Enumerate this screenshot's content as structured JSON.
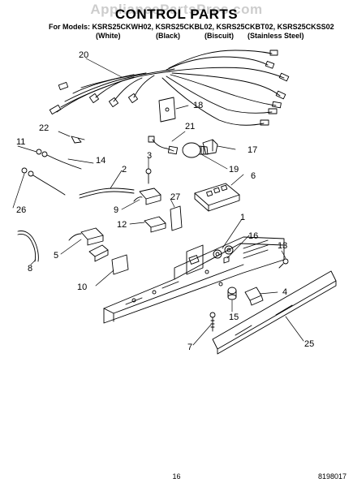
{
  "watermark": "AppliancePartsPros.com",
  "title": "CONTROL PARTS",
  "models_line": "For Models: KSRS25CKWH02, KSRS25CKBL02, KSRS25CKBT02, KSRS25CKSS02",
  "color_labels": [
    "(White)",
    "(Black)",
    "(Biscuit)",
    "(Stainless Steel)"
  ],
  "callouts": [
    "20",
    "18",
    "22",
    "21",
    "11",
    "3",
    "17",
    "14",
    "2",
    "19",
    "6",
    "26",
    "27",
    "9",
    "1",
    "12",
    "16",
    "13",
    "5",
    "8",
    "10",
    "4",
    "15",
    "7",
    "25"
  ],
  "page_number": "16",
  "doc_number": "8198017"
}
